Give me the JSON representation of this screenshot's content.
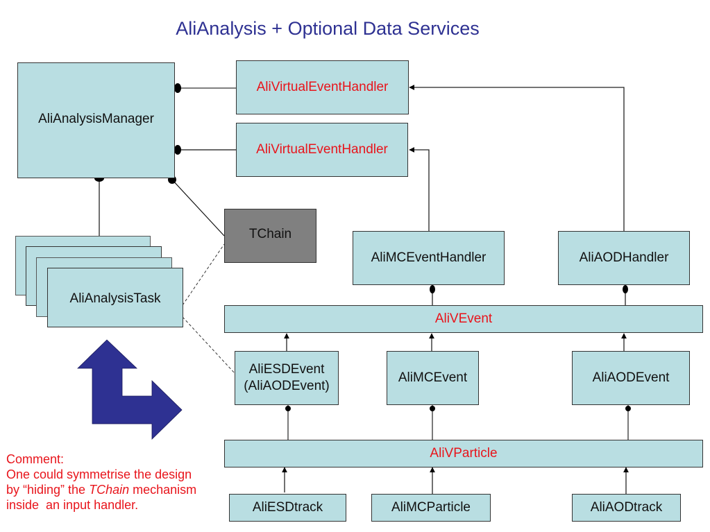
{
  "title": "AliAnalysis + Optional Data Services",
  "colors": {
    "title": "#2e3192",
    "box_fill": "#b9dee2",
    "box_fill_tchain": "#808080",
    "interface_text": "#e8141b",
    "arrow_shape": "#2e3192",
    "comment_text": "#e8141b"
  },
  "nodes": {
    "manager": "AliAnalysisManager",
    "virtual_handler_1": "AliVirtualEventHandler",
    "virtual_handler_2": "AliVirtualEventHandler",
    "tchain": "TChain",
    "analysis_task": "AliAnalysisTask",
    "mc_event_handler": "AliMCEventHandler",
    "aod_handler": "AliAODHandler",
    "vevent": "AliVEvent",
    "esd_event_line1": "AliESDEvent",
    "esd_event_line2": "(AliAODEvent)",
    "mc_event": "AliMCEvent",
    "aod_event": "AliAODEvent",
    "vparticle": "AliVParticle",
    "esd_track": "AliESDtrack",
    "mc_particle": "AliMCParticle",
    "aod_track": "AliAODtrack"
  },
  "comment": {
    "line1": "Comment:",
    "line2": "One could symmetrise the design",
    "line3_pre": "by “hiding” the ",
    "line3_em": "TChain",
    "line3_post": " mechanism",
    "line4": "inside  an input handler."
  }
}
